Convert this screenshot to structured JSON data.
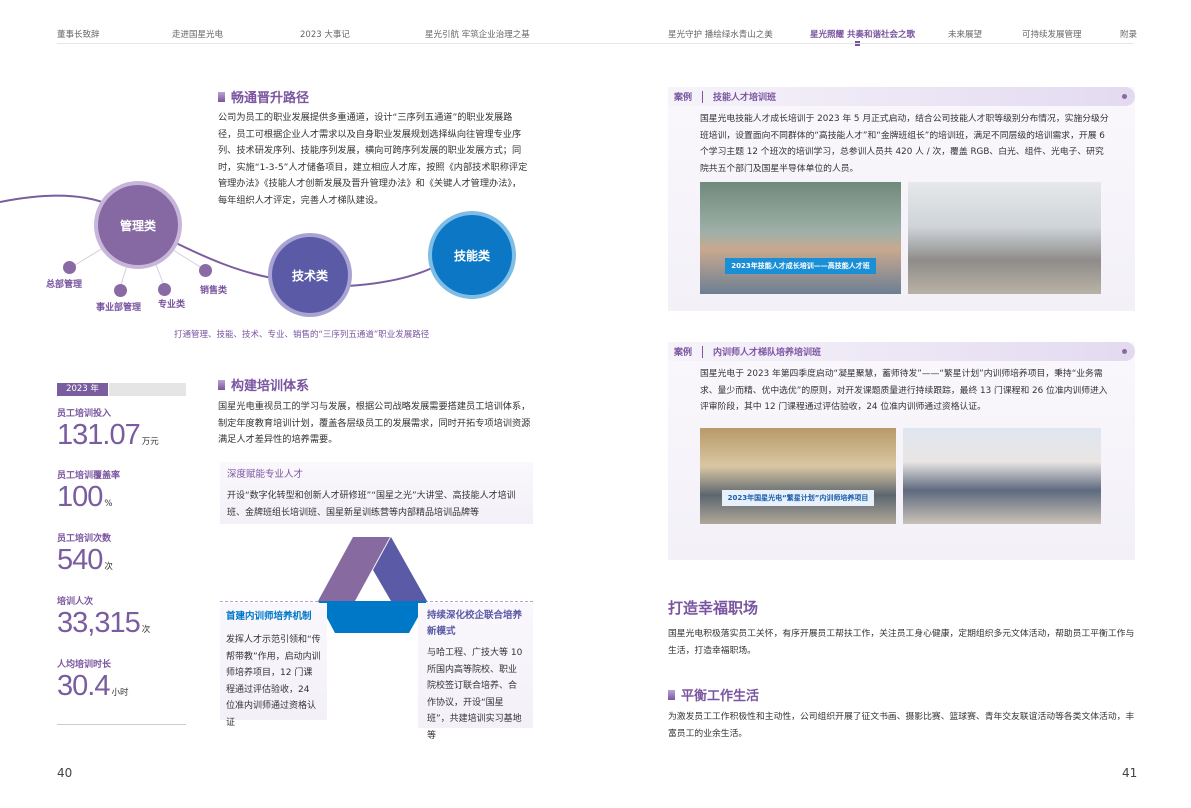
{
  "nav": {
    "items": [
      {
        "label": "董事长致辞"
      },
      {
        "label": "走进国星光电"
      },
      {
        "label": "2023 大事记"
      },
      {
        "label": "星光引航 牢筑企业治理之基"
      },
      {
        "label": "星光守护 播绘绿水青山之美"
      },
      {
        "label": "星光照耀 共奏和谐社会之歌",
        "active": true
      },
      {
        "label": "未来展望"
      },
      {
        "label": "可持续发展管理"
      },
      {
        "label": "附录"
      }
    ]
  },
  "left": {
    "career": {
      "title": "畅通晋升路径",
      "body": "公司为员工的职业发展提供多重通道，设计“三序列五通道”的职业发展路径，员工可根据企业人才需求以及自身职业发展规划选择纵向往管理专业序列、技术研发序列、技能序列发展，横向可跨序列发展的职业发展方式；同时，实施“1-3-5”人才储备项目，建立相应人才库，按照《内部技术职称评定管理办法》《技能人才创新发展及晋升管理办法》和《关键人才管理办法》，每年组织人才评定，完善人才梯队建设。",
      "nodes": {
        "management": "管理类",
        "technical": "技术类",
        "skill": "技能类"
      },
      "subs": [
        "总部管理",
        "事业部管理",
        "专业类",
        "销售类"
      ],
      "caption": "打通管理、技能、技术、专业、销售的“三序列五通道”职业发展路径"
    },
    "stats": {
      "year": "2023 年",
      "items": [
        {
          "label": "员工培训投入",
          "value": "131.07",
          "unit": "万元"
        },
        {
          "label": "员工培训覆盖率",
          "value": "100",
          "unit": "%"
        },
        {
          "label": "员工培训次数",
          "value": "540",
          "unit": "次"
        },
        {
          "label": "培训人次",
          "value": "33,315",
          "unit": "次"
        },
        {
          "label": "人均培训时长",
          "value": "30.4",
          "unit": "小时"
        }
      ]
    },
    "training": {
      "title": "构建培训体系",
      "body": "国星光电重视员工的学习与发展，根据公司战略发展需要搭建员工培训体系，制定年度教育培训计划，覆盖各层级员工的发展需求，同时开拓专项培训资源满足人才差异性的培养需要。",
      "top": {
        "title": "深度赋能专业人才",
        "body": "开设“数字化转型和创新人才研修班”“国星之光”大讲堂、高技能人才培训班、金牌班组长培训班、国星新星训练营等内部精品培训品牌等"
      },
      "left": {
        "title": "首建内训师培养机制",
        "body": "发挥人才示范引领和“传帮带教”作用，启动内训师培养项目，12 门课程通过评估验收，24 位准内训师通过资格认证"
      },
      "right": {
        "title": "持续深化校企联合培养新模式",
        "body": "与哈工程、广技大等 10 所国内高等院校、职业院校签订联合培养、合作协议，开设“国星班”，共建培训实习基地等"
      }
    },
    "page_number": "40"
  },
  "right": {
    "case1": {
      "tag": "案例",
      "title": "技能人才培训班",
      "body": "国星光电技能人才成长培训于 2023 年 5 月正式启动，结合公司技能人才职等级别分布情况，实施分级分班培训，设置面向不同群体的“高技能人才”和“金牌班组长”的培训班，满足不同层级的培训需求，开展 6 个学习主题 12 个班次的培训学习，总参训人员共 420 人 / 次，覆盖 RGB、白光、组件、光电子、研究院共五个部门及国星半导体单位的人员。",
      "photo_banner": "2023年技能人才成长培训——高技能人才班"
    },
    "case2": {
      "tag": "案例",
      "title": "内训师人才梯队培养培训班",
      "body": "国星光电于 2023 年第四季度启动“凝星聚慧，蓄师待发”——“繁星计划”内训师培养项目，秉持“业务需求、量少而精、优中选优”的原则，对开发课题质量进行持续跟踪，最终 13 门课程和 26 位准内训师进入评审阶段，其中 12 门课程通过评估验收，24 位准内训师通过资格认证。",
      "photo_banner": "2023年国星光电“繁星计划”内训师培养项目"
    },
    "happy": {
      "title": "打造幸福职场",
      "body": "国星光电积极落实员工关怀，有序开展员工帮扶工作，关注员工身心健康，定期组织多元文体活动，帮助员工平衡工作与生活，打造幸福职场。"
    },
    "balance": {
      "title": "平衡工作生活",
      "body": "为激发员工工作积极性和主动性，公司组织开展了征文书画、摄影比赛、篮球赛、青年交友联谊活动等各类文体活动，丰富员工的业余生活。"
    },
    "page_number": "41"
  },
  "colors": {
    "purple": "#7a55a0",
    "indigo": "#5a5aa6",
    "blue": "#0078c8"
  }
}
